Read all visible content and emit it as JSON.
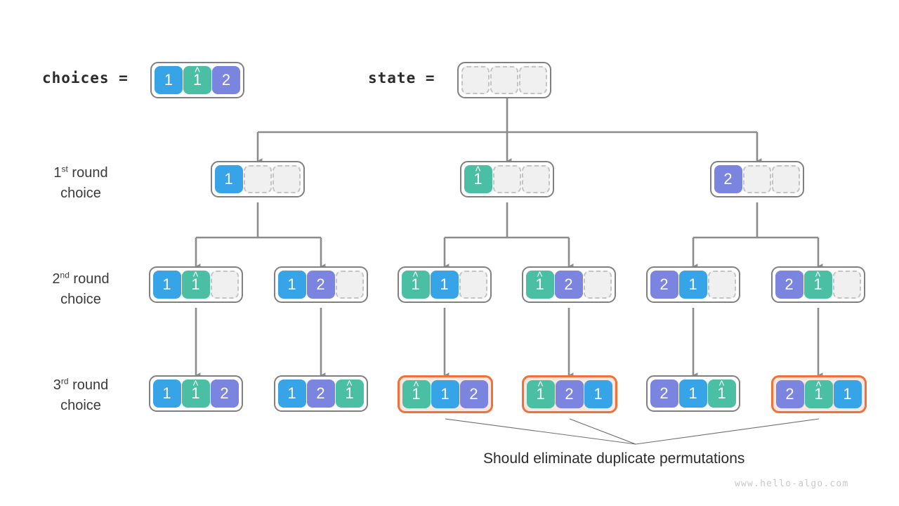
{
  "diagram": {
    "title": "Permutations backtracking tree with duplicate elements",
    "watermark": "www.hello-algo.com",
    "caption": "Should eliminate duplicate permutations",
    "colors": {
      "blue": "#37a4e8",
      "green": "#4bbfa4",
      "purple": "#7b84df",
      "empty": "#f0f0f0",
      "node_border": "#808080",
      "highlight_border": "#f1713a",
      "highlight_fill": "#fbe7e0",
      "wire": "#8c8c8c",
      "text": "#2b2b2b"
    }
  },
  "header": {
    "choices_label": "choices =",
    "state_label": "state =",
    "choices_cells": [
      {
        "text": "1",
        "color": "blue",
        "hat": false
      },
      {
        "text": "1",
        "color": "green",
        "hat": true
      },
      {
        "text": "2",
        "color": "purple",
        "hat": false
      }
    ],
    "state_cells": [
      {
        "text": "",
        "color": "empty",
        "hat": false
      },
      {
        "text": "",
        "color": "empty",
        "hat": false
      },
      {
        "text": "",
        "color": "empty",
        "hat": false
      }
    ]
  },
  "rows": [
    {
      "label_line1_num": "1",
      "label_line1_sup": "st",
      "label_line1_rest": " round",
      "label_line2": "choice",
      "nodes": [
        {
          "highlight": false,
          "cells": [
            {
              "text": "1",
              "color": "blue",
              "hat": false
            },
            {
              "text": "",
              "color": "empty",
              "hat": false
            },
            {
              "text": "",
              "color": "empty",
              "hat": false
            }
          ]
        },
        {
          "highlight": false,
          "cells": [
            {
              "text": "1",
              "color": "green",
              "hat": true
            },
            {
              "text": "",
              "color": "empty",
              "hat": false
            },
            {
              "text": "",
              "color": "empty",
              "hat": false
            }
          ]
        },
        {
          "highlight": false,
          "cells": [
            {
              "text": "2",
              "color": "purple",
              "hat": false
            },
            {
              "text": "",
              "color": "empty",
              "hat": false
            },
            {
              "text": "",
              "color": "empty",
              "hat": false
            }
          ]
        }
      ]
    },
    {
      "label_line1_num": "2",
      "label_line1_sup": "nd",
      "label_line1_rest": " round",
      "label_line2": "choice",
      "nodes": [
        {
          "highlight": false,
          "cells": [
            {
              "text": "1",
              "color": "blue",
              "hat": false
            },
            {
              "text": "1",
              "color": "green",
              "hat": true
            },
            {
              "text": "",
              "color": "empty",
              "hat": false
            }
          ]
        },
        {
          "highlight": false,
          "cells": [
            {
              "text": "1",
              "color": "blue",
              "hat": false
            },
            {
              "text": "2",
              "color": "purple",
              "hat": false
            },
            {
              "text": "",
              "color": "empty",
              "hat": false
            }
          ]
        },
        {
          "highlight": false,
          "cells": [
            {
              "text": "1",
              "color": "green",
              "hat": true
            },
            {
              "text": "1",
              "color": "blue",
              "hat": false
            },
            {
              "text": "",
              "color": "empty",
              "hat": false
            }
          ]
        },
        {
          "highlight": false,
          "cells": [
            {
              "text": "1",
              "color": "green",
              "hat": true
            },
            {
              "text": "2",
              "color": "purple",
              "hat": false
            },
            {
              "text": "",
              "color": "empty",
              "hat": false
            }
          ]
        },
        {
          "highlight": false,
          "cells": [
            {
              "text": "2",
              "color": "purple",
              "hat": false
            },
            {
              "text": "1",
              "color": "blue",
              "hat": false
            },
            {
              "text": "",
              "color": "empty",
              "hat": false
            }
          ]
        },
        {
          "highlight": false,
          "cells": [
            {
              "text": "2",
              "color": "purple",
              "hat": false
            },
            {
              "text": "1",
              "color": "green",
              "hat": true
            },
            {
              "text": "",
              "color": "empty",
              "hat": false
            }
          ]
        }
      ]
    },
    {
      "label_line1_num": "3",
      "label_line1_sup": "rd",
      "label_line1_rest": " round",
      "label_line2": "choice",
      "nodes": [
        {
          "highlight": false,
          "cells": [
            {
              "text": "1",
              "color": "blue",
              "hat": false
            },
            {
              "text": "1",
              "color": "green",
              "hat": true
            },
            {
              "text": "2",
              "color": "purple",
              "hat": false
            }
          ]
        },
        {
          "highlight": false,
          "cells": [
            {
              "text": "1",
              "color": "blue",
              "hat": false
            },
            {
              "text": "2",
              "color": "purple",
              "hat": false
            },
            {
              "text": "1",
              "color": "green",
              "hat": true
            }
          ]
        },
        {
          "highlight": true,
          "cells": [
            {
              "text": "1",
              "color": "green",
              "hat": true
            },
            {
              "text": "1",
              "color": "blue",
              "hat": false
            },
            {
              "text": "2",
              "color": "purple",
              "hat": false
            }
          ]
        },
        {
          "highlight": true,
          "cells": [
            {
              "text": "1",
              "color": "green",
              "hat": true
            },
            {
              "text": "2",
              "color": "purple",
              "hat": false
            },
            {
              "text": "1",
              "color": "blue",
              "hat": false
            }
          ]
        },
        {
          "highlight": false,
          "cells": [
            {
              "text": "2",
              "color": "purple",
              "hat": false
            },
            {
              "text": "1",
              "color": "blue",
              "hat": false
            },
            {
              "text": "1",
              "color": "green",
              "hat": true
            }
          ]
        },
        {
          "highlight": true,
          "cells": [
            {
              "text": "2",
              "color": "purple",
              "hat": false
            },
            {
              "text": "1",
              "color": "green",
              "hat": true
            },
            {
              "text": "1",
              "color": "blue",
              "hat": false
            }
          ]
        }
      ]
    }
  ]
}
